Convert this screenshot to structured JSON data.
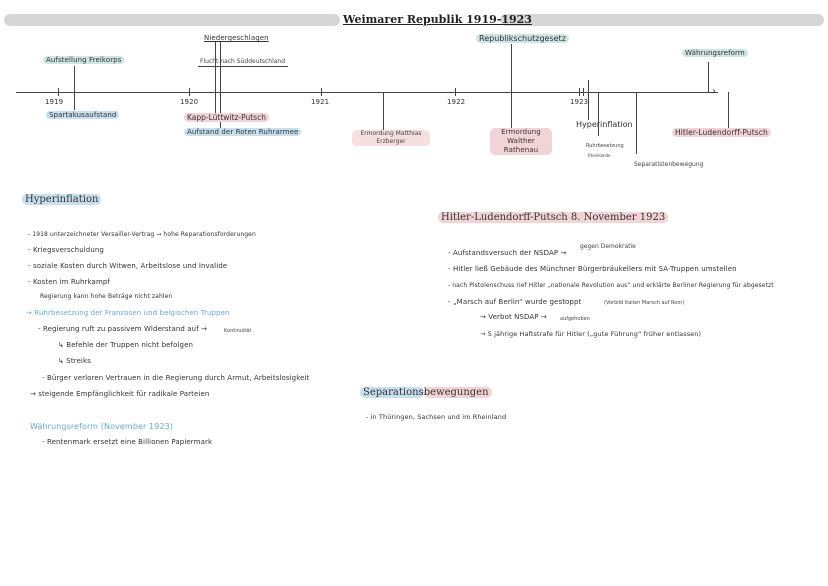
{
  "header": {
    "title": "Weimarer Republik 1919-1923"
  },
  "timeline": {
    "years": [
      "1919",
      "1920",
      "1921",
      "1922",
      "1923"
    ],
    "events_above": [
      "Aufstellung Freikorps",
      "Niedergeschlagen",
      "Flucht nach Süddeutschland",
      "Republikschutzgesetz",
      "Währungsreform"
    ],
    "events_below": [
      "Spartakusaufstand",
      "Kapp-Lüttwitz-Putsch",
      "Aufstand der Roten Ruhrarmee",
      "Ermordung Matthias Erzberger",
      "Ermordung Walther Rathenau",
      "Hyperinflation",
      "Ruhrbesetzung",
      "Rheinlande",
      "Separatistenbewegung",
      "Hitler-Ludendorff-Putsch"
    ]
  },
  "hyperinflation": {
    "title": "Hyperinflation",
    "items": [
      "- 1918 unterzeichneter Versailler-Vertrag → hohe Reparationsforderungen",
      "- Kriegsverschuldung",
      "- soziale Kosten durch Witwen, Arbeitslose und Invalide",
      "- Kosten im Ruhrkampf",
      "Regierung kann hohe Beträge nicht zahlen",
      "→ Ruhrbesetzung der Franzosen und belgischen Truppen",
      "- Regierung ruft zu passivem Widerstand auf →",
      "↳ Befehle der Truppen nicht befolgen",
      "↳ Streiks",
      "- Bürger verloren Vertrauen in die Regierung durch Armut, Arbeitslosigkeit",
      "→ steigende Empfänglichkeit für radikale Parteien"
    ],
    "passive_note": "Kontinuität",
    "waehrung_title": "Währungsreform (November 1923)",
    "waehrung_item": "- Rentenmark ersetzt eine Billionen Papiermark"
  },
  "putsch": {
    "title": "Hitler-Ludendorff-Putsch 8. November 1923",
    "items": [
      "- Aufstandsversuch der NSDAP →",
      "- Hitler ließ Gebäude des Münchner Bürgerbräukellers mit SA-Truppen umstellen",
      "- nach Pistolenschuss rief Hitler „nationale Revolution aus“ und erklärte Berliner Regierung für abgesetzt",
      "- „Marsch auf Berlin“ wurde gestoppt",
      "→ Verbot NSDAP →",
      "→ 5 jährige Haftstrafe für Hitler („gute Führung“ früher entlassen)"
    ],
    "against_note": "gegen Demokratie",
    "march_note": "(Vorbild Italien Marsch auf Rom)",
    "verbot_note": "aufgehoben"
  },
  "separation": {
    "title_a": "Separations",
    "title_b": "bewegungen",
    "item": "- in Thüringen, Sachsen und im Rheinland"
  }
}
